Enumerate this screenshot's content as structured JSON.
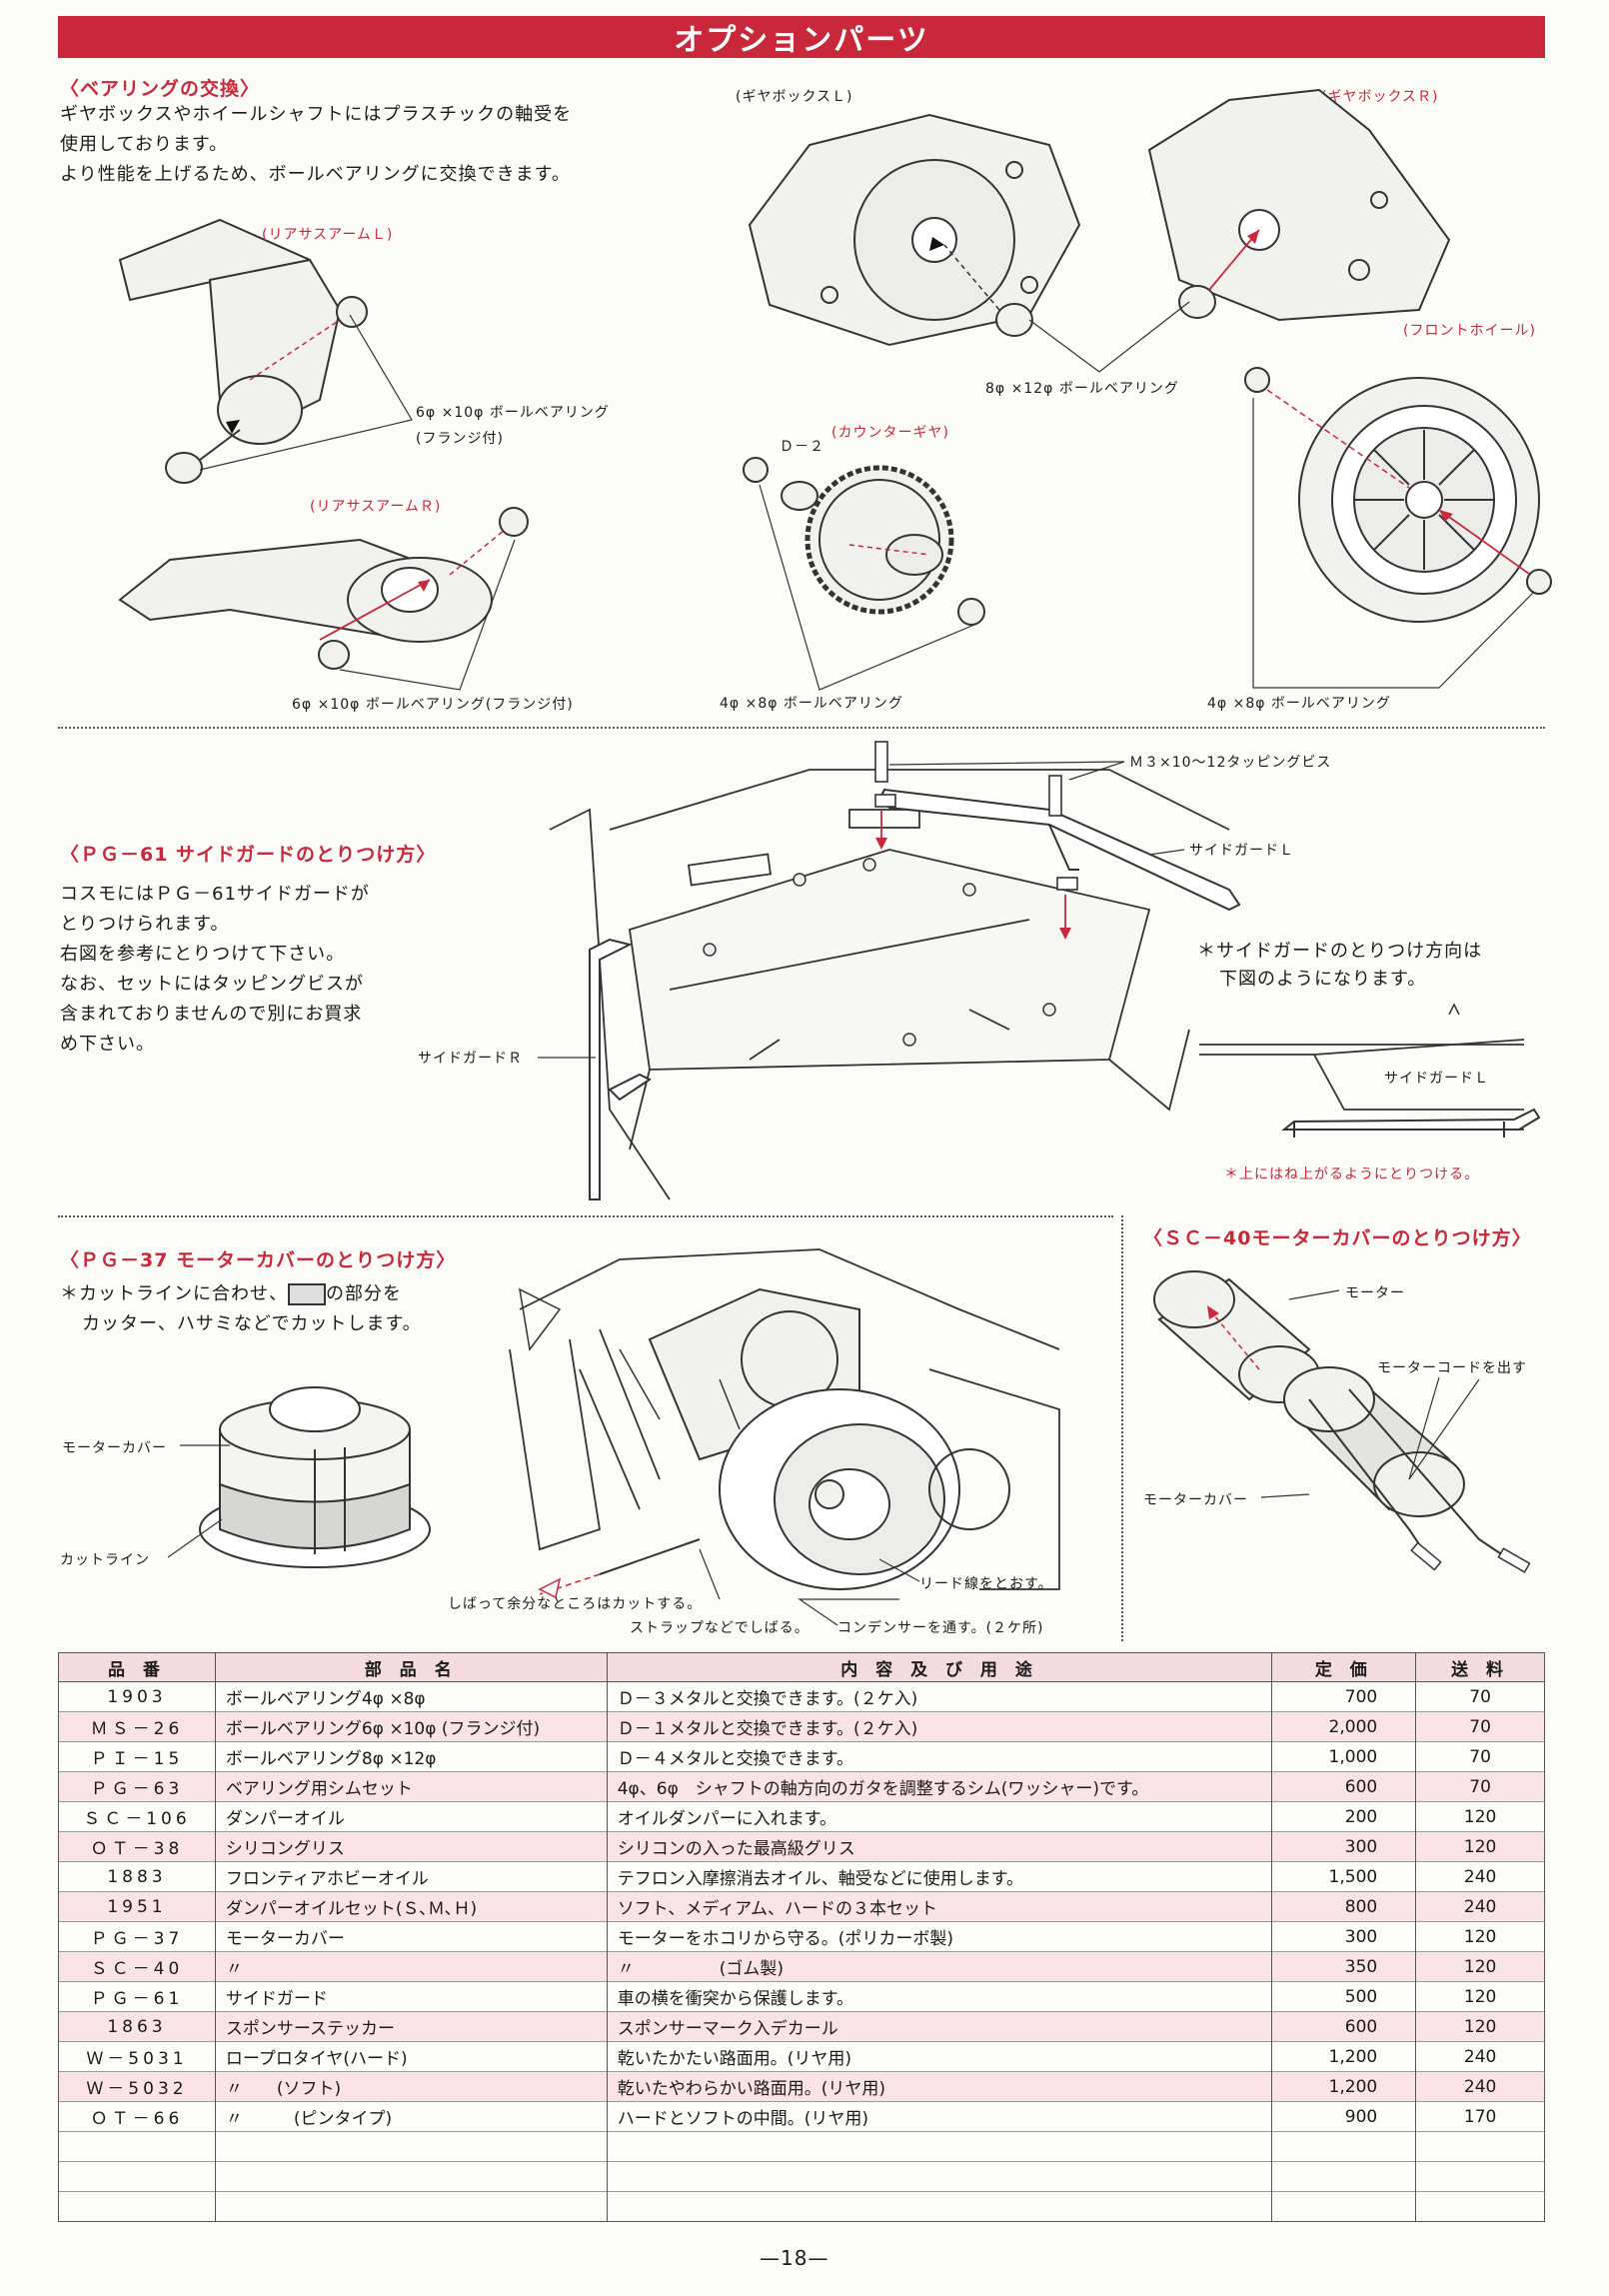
{
  "header": {
    "title": "オプションパーツ"
  },
  "bearing": {
    "heading": "〈ベアリングの交換〉",
    "lines": [
      "ギヤボックスやホイールシャフトにはプラスチックの軸受を",
      "使用しております。",
      "より性能を上げるため、ボールベアリングに交換できます。"
    ],
    "labels": {
      "rear_arm_l": "(リアサスアームＬ)",
      "bearing_6x10_a": "6φ ×10φ ボールベアリング",
      "flange": "(フランジ付)",
      "rear_arm_r": "(リアサスアームＲ)",
      "bearing_6x10_b": "6φ ×10φ ボールベアリング(フランジ付)",
      "gearbox_l": "(ギヤボックスＬ)",
      "gearbox_r": "(ギヤボックスＲ)",
      "bearing_8x12": "8φ ×12φ ボールベアリング",
      "front_wheel": "(フロントホイール)",
      "d2": "Ｄ－２",
      "counter_gear": "(カウンターギヤ)",
      "bearing_4x8_a": "4φ ×8φ ボールベアリング",
      "bearing_4x8_b": "4φ ×8φ ボールベアリング"
    }
  },
  "sideguard": {
    "heading": "〈ＰＧ－61 サイドガードのとりつけ方〉",
    "lines": [
      "コスモにはＰＧ－61サイドガードが",
      "とりつけられます。",
      "右図を参考にとりつけて下さい。",
      "なお、セットにはタッピングビスが",
      "含まれておりませんので別にお買求",
      "め下さい。"
    ],
    "labels": {
      "screw": "Ｍ３×10～12タッピングビス",
      "guard_l": "サイドガードＬ",
      "guard_r": "サイドガードＲ",
      "guard_l2": "サイドガードＬ"
    },
    "note_lines": [
      "＊サイドガードのとりつけ方向は",
      "下図のようになります。"
    ],
    "note_small": "＊上にはね上がるようにとりつける。"
  },
  "pg37": {
    "heading": "〈ＰＧ－37 モーターカバーのとりつけ方〉",
    "line1_pre": "＊カットラインに合わせ、",
    "line1_post": "の部分を",
    "line2": "カッター、ハサミなどでカットします。",
    "labels": {
      "cover": "モーターカバー",
      "cutline": "カットライン",
      "cut_excess": "しばって余分なところはカットする。",
      "strap": "ストラップなどでしばる。",
      "lead": "リード線をとおす。",
      "condenser": "コンデンサーを通す。(２ケ所)"
    }
  },
  "sc40": {
    "heading": "〈ＳＣ－40モーターカバーのとりつけ方〉",
    "labels": {
      "motor": "モーター",
      "cord": "モーターコードを出す",
      "cover": "モーターカバー"
    }
  },
  "table": {
    "headers": [
      "品 番",
      "部 品 名",
      "内 容 及 び 用 途",
      "定 価",
      "送 料"
    ],
    "rows": [
      {
        "code": "1903",
        "name": "ボールベアリング4φ ×8φ",
        "desc": "Ｄ－３メタルと交換できます。(２ケ入)",
        "price": "700",
        "ship": "70"
      },
      {
        "code": "ＭＳ－26",
        "name": "ボールベアリング6φ ×10φ (フランジ付)",
        "desc": "Ｄ－１メタルと交換できます。(２ケ入)",
        "price": "2,000",
        "ship": "70"
      },
      {
        "code": "ＰＩ－15",
        "name": "ボールベアリング8φ ×12φ",
        "desc": "Ｄ－４メタルと交換できます。",
        "price": "1,000",
        "ship": "70"
      },
      {
        "code": "ＰＧ－63",
        "name": "ベアリング用シムセット",
        "desc": "4φ、6φ　シャフトの軸方向のガタを調整するシム(ワッシャー)です。",
        "price": "600",
        "ship": "70"
      },
      {
        "code": "ＳＣ－106",
        "name": "ダンパーオイル",
        "desc": "オイルダンパーに入れます。",
        "price": "200",
        "ship": "120"
      },
      {
        "code": "ＯＴ－38",
        "name": "シリコングリス",
        "desc": "シリコンの入った最高級グリス",
        "price": "300",
        "ship": "120"
      },
      {
        "code": "1883",
        "name": "フロンティアホビーオイル",
        "desc": "テフロン入摩擦消去オイル、軸受などに使用します。",
        "price": "1,500",
        "ship": "240"
      },
      {
        "code": "1951",
        "name": "ダンパーオイルセット(Ｓ､Ｍ､Ｈ)",
        "desc": "ソフト、メディアム、ハードの３本セット",
        "price": "800",
        "ship": "240"
      },
      {
        "code": "ＰＧ－37",
        "name": "モーターカバー",
        "desc": "モーターをホコリから守る。(ポリカーボ製)",
        "price": "300",
        "ship": "120"
      },
      {
        "code": "ＳＣ－40",
        "name": "〃",
        "desc": "〃　　　　　(ゴム製)",
        "price": "350",
        "ship": "120"
      },
      {
        "code": "ＰＧ－61",
        "name": "サイドガード",
        "desc": "車の横を衝突から保護します。",
        "price": "500",
        "ship": "120"
      },
      {
        "code": "1863",
        "name": "スポンサーステッカー",
        "desc": "スポンサーマーク入デカール",
        "price": "600",
        "ship": "120"
      },
      {
        "code": "Ｗ－5031",
        "name": "ロープロタイヤ(ハード)",
        "desc": "乾いたかたい路面用。(リヤ用)",
        "price": "1,200",
        "ship": "240"
      },
      {
        "code": "Ｗ－5032",
        "name": "〃　　(ソフト)",
        "desc": "乾いたやわらかい路面用。(リヤ用)",
        "price": "1,200",
        "ship": "240"
      },
      {
        "code": "ＯＴ－66",
        "name": "〃　　　(ピンタイプ)",
        "desc": "ハードとソフトの中間。(リヤ用)",
        "price": "900",
        "ship": "170"
      }
    ]
  },
  "footer": {
    "page": "—18—"
  }
}
